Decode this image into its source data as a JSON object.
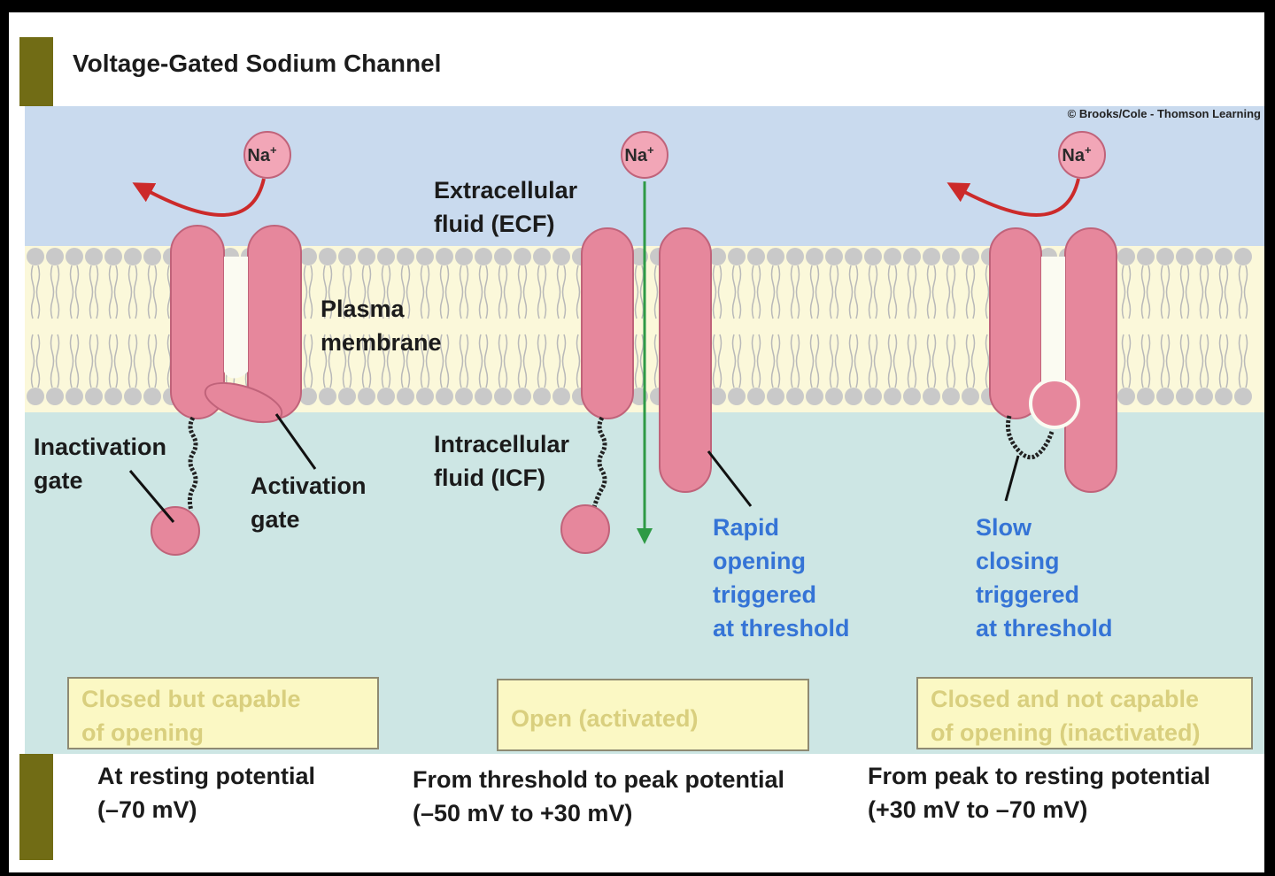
{
  "title": "Voltage-Gated Sodium Channel",
  "copyright": "© Brooks/Cole - Thomson Learning",
  "ion_label": "Na",
  "ion_charge": "+",
  "labels": {
    "ecf": [
      "Extracellular",
      "fluid (ECF)"
    ],
    "icf": [
      "Intracellular",
      "fluid (ICF)"
    ],
    "membrane": [
      "Plasma",
      "membrane"
    ],
    "inactivation_gate": [
      "Inactivation",
      "gate"
    ],
    "activation_gate": [
      "Activation",
      "gate"
    ],
    "rapid": [
      "Rapid",
      "opening",
      "triggered",
      "at threshold"
    ],
    "slow": [
      "Slow",
      "closing",
      "triggered",
      "at threshold"
    ]
  },
  "states": [
    {
      "box": [
        "Closed but capable",
        "of opening"
      ],
      "caption": [
        "At resting potential",
        "(–70 mV)"
      ]
    },
    {
      "box": [
        "Open (activated)"
      ],
      "caption": [
        "From threshold to peak potential",
        "(–50 mV to +30 mV)"
      ]
    },
    {
      "box": [
        "Closed and not capable",
        "of opening (inactivated)"
      ],
      "caption": [
        "From peak to resting potential",
        "(+30 mV to –70 mV)"
      ]
    }
  ],
  "colors": {
    "ecf": "#c9daee",
    "membrane": "#fbf8da",
    "icf": "#cde6e4",
    "protein": "#e6879c",
    "arrow_red": "#cc2a2a",
    "arrow_green": "#2e9a45",
    "accent_text": "#3574d6",
    "side_bar": "#716c15"
  }
}
